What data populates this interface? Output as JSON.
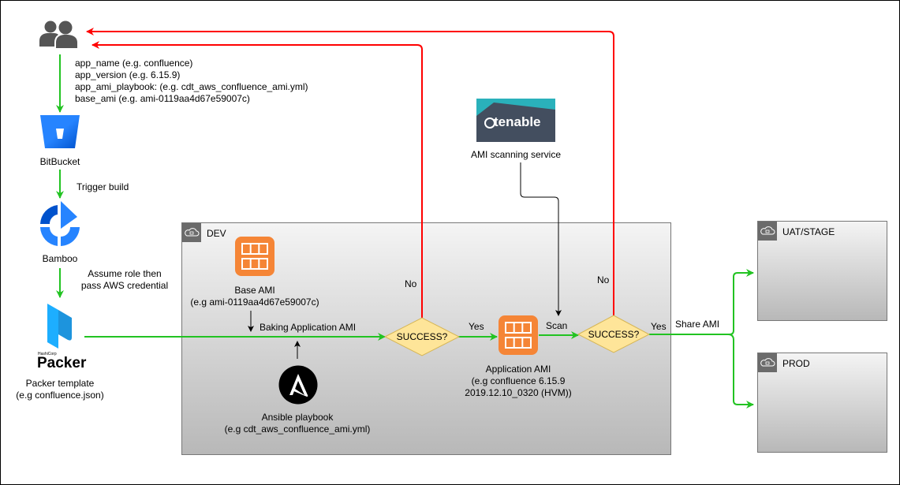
{
  "users": {
    "icon": "users-icon"
  },
  "params": {
    "lines": [
      "app_name (e.g. confluence)",
      "app_version (e.g. 6.15.9)",
      "app_ami_playbook: (e.g. cdt_aws_confluence_ami.yml)",
      "base_ami (e.g. ami-0119aa4d67e59007c)"
    ]
  },
  "bitbucket": {
    "label": "BitBucket"
  },
  "trigger": {
    "label": "Trigger build"
  },
  "bamboo": {
    "label": "Bamboo"
  },
  "assume": {
    "line1": "Assume role then",
    "line2": "pass AWS credential"
  },
  "packer": {
    "brand_small": "HashiCorp",
    "brand": "Packer",
    "line1": "Packer template",
    "line2": "(e.g confluence.json)"
  },
  "dev": {
    "label": "DEV"
  },
  "base_ami": {
    "line1": "Base AMI",
    "line2": "(e.g ami-0119aa4d67e59007c)"
  },
  "baking": {
    "label": "Baking Application AMI"
  },
  "ansible": {
    "line1": "Ansible playbook",
    "line2": "(e.g cdt_aws_confluence_ami.yml)"
  },
  "decision1": {
    "label": "SUCCESS?",
    "no": "No",
    "yes": "Yes"
  },
  "app_ami": {
    "line1": "Application AMI",
    "line2": "(e.g confluence 6.15.9",
    "line3": "2019.12.10_0320 (HVM))"
  },
  "scan": {
    "label": "Scan"
  },
  "tenable": {
    "brand": "tenable",
    "label": "AMI scanning service"
  },
  "decision2": {
    "label": "SUCCESS?",
    "no": "No",
    "yes": "Yes"
  },
  "share": {
    "label": "Share AMI"
  },
  "uat": {
    "label": "UAT/STAGE"
  },
  "prod": {
    "label": "PROD"
  },
  "colors": {
    "green": "#22c322",
    "red": "#ff0000",
    "orange": "#f58536",
    "diamond": "#fee599"
  }
}
